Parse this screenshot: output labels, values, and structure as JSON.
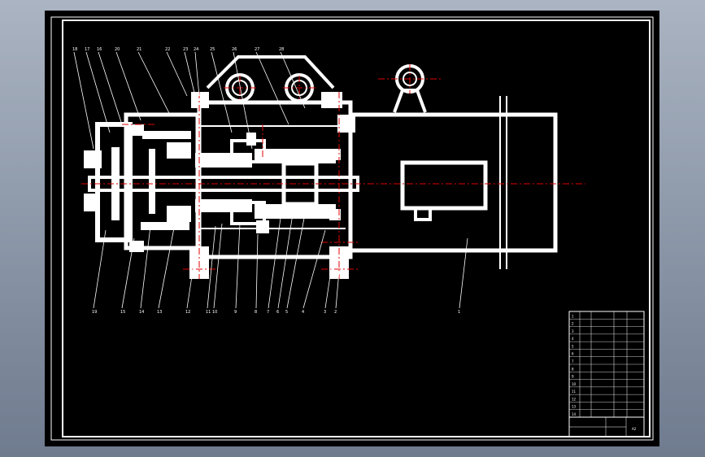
{
  "colors": {
    "background_gradient_top": "#aab4c2",
    "background_gradient_bottom": "#6f7b8e",
    "paper": "#000000",
    "linework": "#ffffff",
    "centerline": "#e00000"
  },
  "drawing": {
    "top_labels": [
      "18",
      "17",
      "16",
      "20",
      "21",
      "22",
      "23",
      "24",
      "25",
      "26",
      "27",
      "28"
    ],
    "bottom_labels": [
      "19",
      "15",
      "14",
      "13",
      "12",
      "11",
      "10",
      "9",
      "8",
      "7",
      "6",
      "5",
      "4",
      "3",
      "2",
      "1"
    ],
    "title_block": {
      "rows": [
        "1",
        "2",
        "3",
        "4",
        "5",
        "6",
        "7",
        "8",
        "9",
        "10",
        "11",
        "12",
        "13",
        "14"
      ],
      "footer_label": "A2"
    }
  }
}
